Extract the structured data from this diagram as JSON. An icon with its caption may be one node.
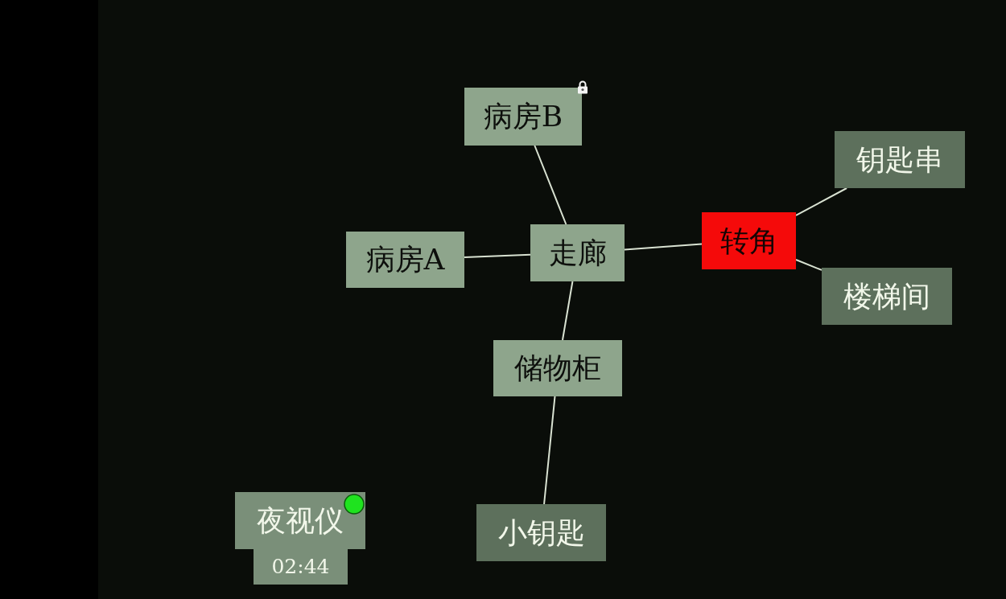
{
  "diagram": {
    "nodes": [
      {
        "text": [
          "病房B"
        ]
      },
      {
        "text": [
          "病房A"
        ]
      },
      {
        "text": [
          "走廊"
        ]
      },
      {
        "text": [
          "转角"
        ]
      },
      {
        "text": [
          "钥匙串"
        ]
      },
      {
        "text": [
          "楼梯间"
        ]
      },
      {
        "text": [
          "储物柜"
        ]
      },
      {
        "text": [
          "小钥匙"
        ]
      },
      {
        "text": [
          "夜视仪"
        ]
      },
      {
        "text": [
          "02:44"
        ]
      }
    ],
    "edges": [
      {
        "from": 0,
        "to": 2,
        "arrow": "none"
      },
      {
        "from": 1,
        "to": 2,
        "arrow": "none"
      },
      {
        "from": 2,
        "to": 3,
        "arrow": "none"
      },
      {
        "from": 3,
        "to": 4,
        "arrow": "none"
      },
      {
        "from": 3,
        "to": 5,
        "arrow": "none"
      },
      {
        "from": 2,
        "to": 6,
        "arrow": "none"
      },
      {
        "from": 6,
        "to": 7,
        "arrow": "none"
      }
    ]
  }
}
